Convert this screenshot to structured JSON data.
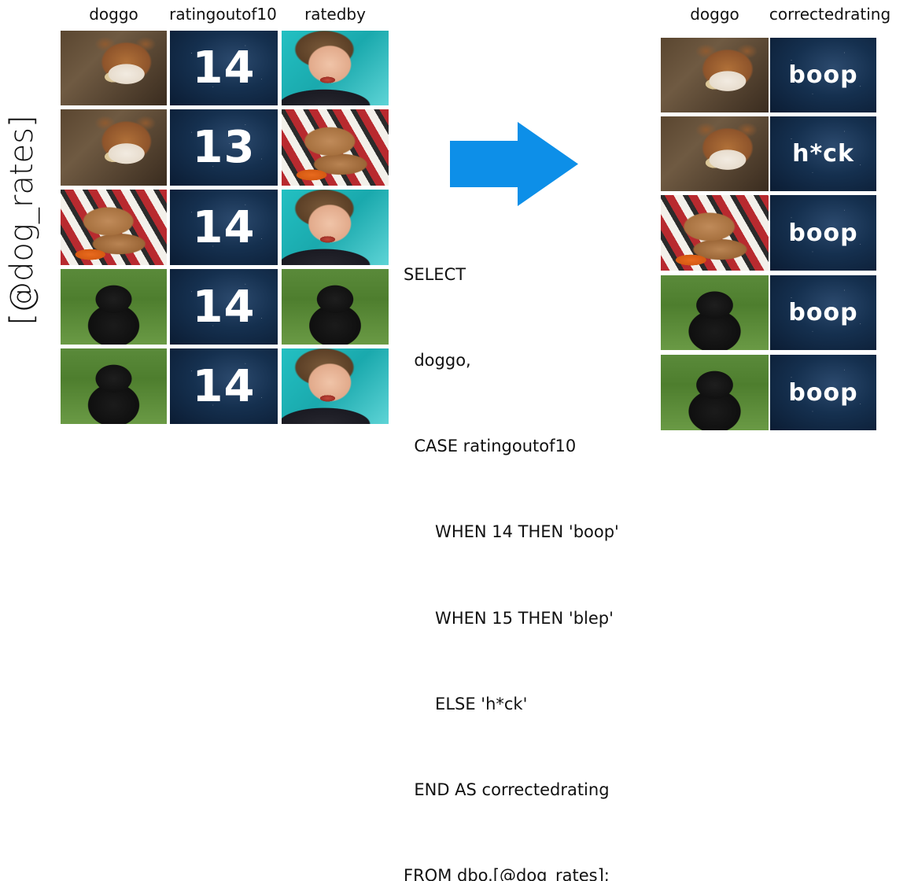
{
  "table_label": "[@dog_rates]",
  "left_table": {
    "headers": [
      "doggo",
      "ratingoutof10",
      "ratedby"
    ],
    "rows": [
      {
        "doggo": "corgi-bone-dog",
        "rating": "14",
        "ratedby": "smiling-person"
      },
      {
        "doggo": "corgi-bone-dog",
        "rating": "13",
        "ratedby": "poodle-dog"
      },
      {
        "doggo": "poodle-dog",
        "rating": "14",
        "ratedby": "smiling-person"
      },
      {
        "doggo": "black-dog",
        "rating": "14",
        "ratedby": "black-dog"
      },
      {
        "doggo": "black-dog",
        "rating": "14",
        "ratedby": "smiling-person"
      }
    ]
  },
  "arrow": {
    "color": "#0d8fe8",
    "icon": "right-arrow-icon"
  },
  "sql_lines": [
    "SELECT",
    "  doggo,",
    "  CASE ratingoutof10",
    "      WHEN 14 THEN 'boop'",
    "      WHEN 15 THEN 'blep'",
    "      ELSE 'h*ck'",
    "  END AS correctedrating",
    "FROM dbo.[@dog_rates];"
  ],
  "right_table": {
    "headers": [
      "doggo",
      "correctedrating"
    ],
    "rows": [
      {
        "doggo": "corgi-bone-dog",
        "correctedrating": "boop"
      },
      {
        "doggo": "corgi-bone-dog",
        "correctedrating": "h*ck"
      },
      {
        "doggo": "poodle-dog",
        "correctedrating": "boop"
      },
      {
        "doggo": "black-dog",
        "correctedrating": "boop"
      },
      {
        "doggo": "black-dog",
        "correctedrating": "boop"
      }
    ]
  }
}
